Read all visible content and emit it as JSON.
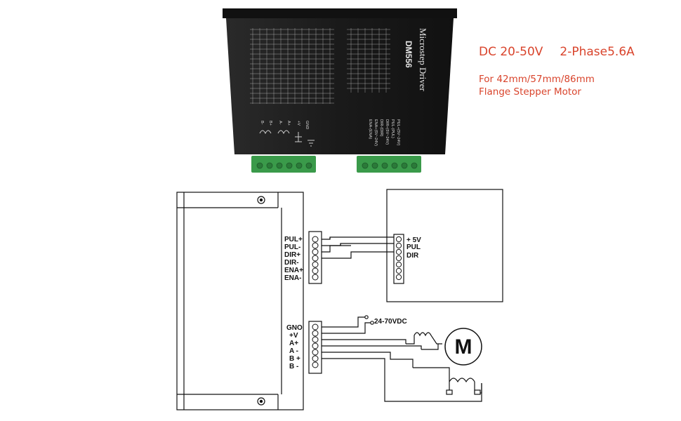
{
  "specs": {
    "voltage": "DC 20-50V",
    "phase_current": "2-Phase5.6A",
    "compat_line1": "For 42mm/57mm/86mm",
    "compat_line2": "Flange Stepper Motor"
  },
  "driver_photo": {
    "brand_text": "Microstep Driver",
    "model": "DM556",
    "signal_labels": [
      "PUL+(5V~24V)",
      "PUL-(PUL)",
      "DIR+(5V~24V)",
      "DIR-(DIR)",
      "ENA+(5V~24V)",
      "ENA-(ENA)"
    ],
    "power_labels": [
      "GND",
      "+V",
      "A+",
      "A-",
      "B+",
      "B-"
    ]
  },
  "wiring": {
    "signal_terminals": [
      "PUL+",
      "PUL-",
      "DIR+",
      "DIR-",
      "ENA+",
      "ENA-"
    ],
    "power_terminals": [
      "GNO",
      "+V",
      "A+",
      "A -",
      "B +",
      "B -"
    ],
    "controller_pins": [
      "+ 5V",
      "PUL",
      "DIR"
    ],
    "supply_label": "24-70VDC",
    "motor_symbol": "M"
  },
  "colors": {
    "accent": "#d9442c",
    "driver_body": "#1c1c1c",
    "terminal_green": "#3a9a4a"
  }
}
